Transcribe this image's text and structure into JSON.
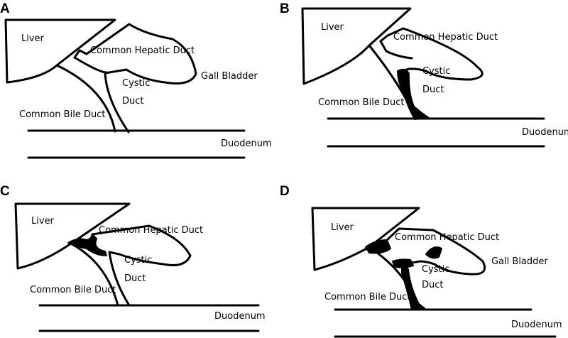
{
  "panels": [
    {
      "letter": "A",
      "labels": {
        "liver": "Liver",
        "common_hepatic_duct": "Common Hepatic Duct",
        "gall_bladder": "Gall Bladder",
        "cystic": "Cystic",
        "duct": "Duct",
        "common_bile_duct": "Common Bile Duct",
        "duodenum": "Duodenum"
      }
    },
    {
      "letter": "B",
      "labels": {
        "liver": "Liver",
        "common_hepatic_duct": "Common Hepatic Duct",
        "cystic": "Cystic",
        "duct": "Duct",
        "common_bile_duct": "Common Bile Duct",
        "duodenum": "Duodenum"
      }
    },
    {
      "letter": "C",
      "labels": {
        "liver": "Liver",
        "common_hepatic_duct": "Common Hepatic Duct",
        "cystic": "Cystic",
        "duct": "Duct",
        "common_bile_duct": "Common Bile Duct",
        "duodenum": "Duodenum"
      }
    },
    {
      "letter": "D",
      "labels": {
        "liver": "Liver",
        "common_hepatic_duct": "Common Hepatic Duct",
        "gall_bladder": "Gall Bladder",
        "cystic": "Cystic",
        "duct": "Duct",
        "common_bile_duct": "Common Bile Duct",
        "duodenum": "Duodenum"
      }
    }
  ]
}
